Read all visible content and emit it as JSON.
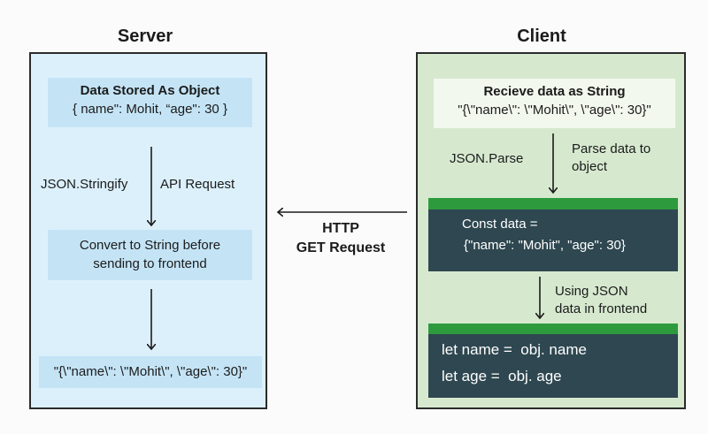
{
  "server": {
    "title": "Server",
    "stored_title": "Data Stored As Object",
    "stored_value": "{ name\": Mohit, “age\": 30 }",
    "stringify_label": "JSON.Stringify",
    "api_label": "API Request",
    "convert_line1": "Convert to String before",
    "convert_line2": "sending to frontend",
    "string_result": "\"{\\\"name\\\": \\\"Mohit\\\", \\\"age\\\": 30}\""
  },
  "middle": {
    "line1": "HTTP",
    "line2": "GET Request"
  },
  "client": {
    "title": "Client",
    "receive_title": "Recieve data as String",
    "receive_value": "\"{\\\"name\\\": \\\"Mohit\\\", \\\"age\\\": 30}\"",
    "parse_label": "JSON.Parse",
    "parse_desc_line1": "Parse data to",
    "parse_desc_line2": "object",
    "const_line1": "Const data =",
    "const_line2": "{\"name\": \"Mohit\", \"age\": 30}",
    "using_line1": "Using JSON",
    "using_line2": "data in frontend",
    "let_line1": "let name =  obj. name",
    "let_line2": "let age =  obj. age"
  },
  "colors": {
    "server_bg": "#dcf0fb",
    "client_bg": "#d6e9cf",
    "dark_box": "#2e4750",
    "green_bar": "#2d9a3e"
  }
}
